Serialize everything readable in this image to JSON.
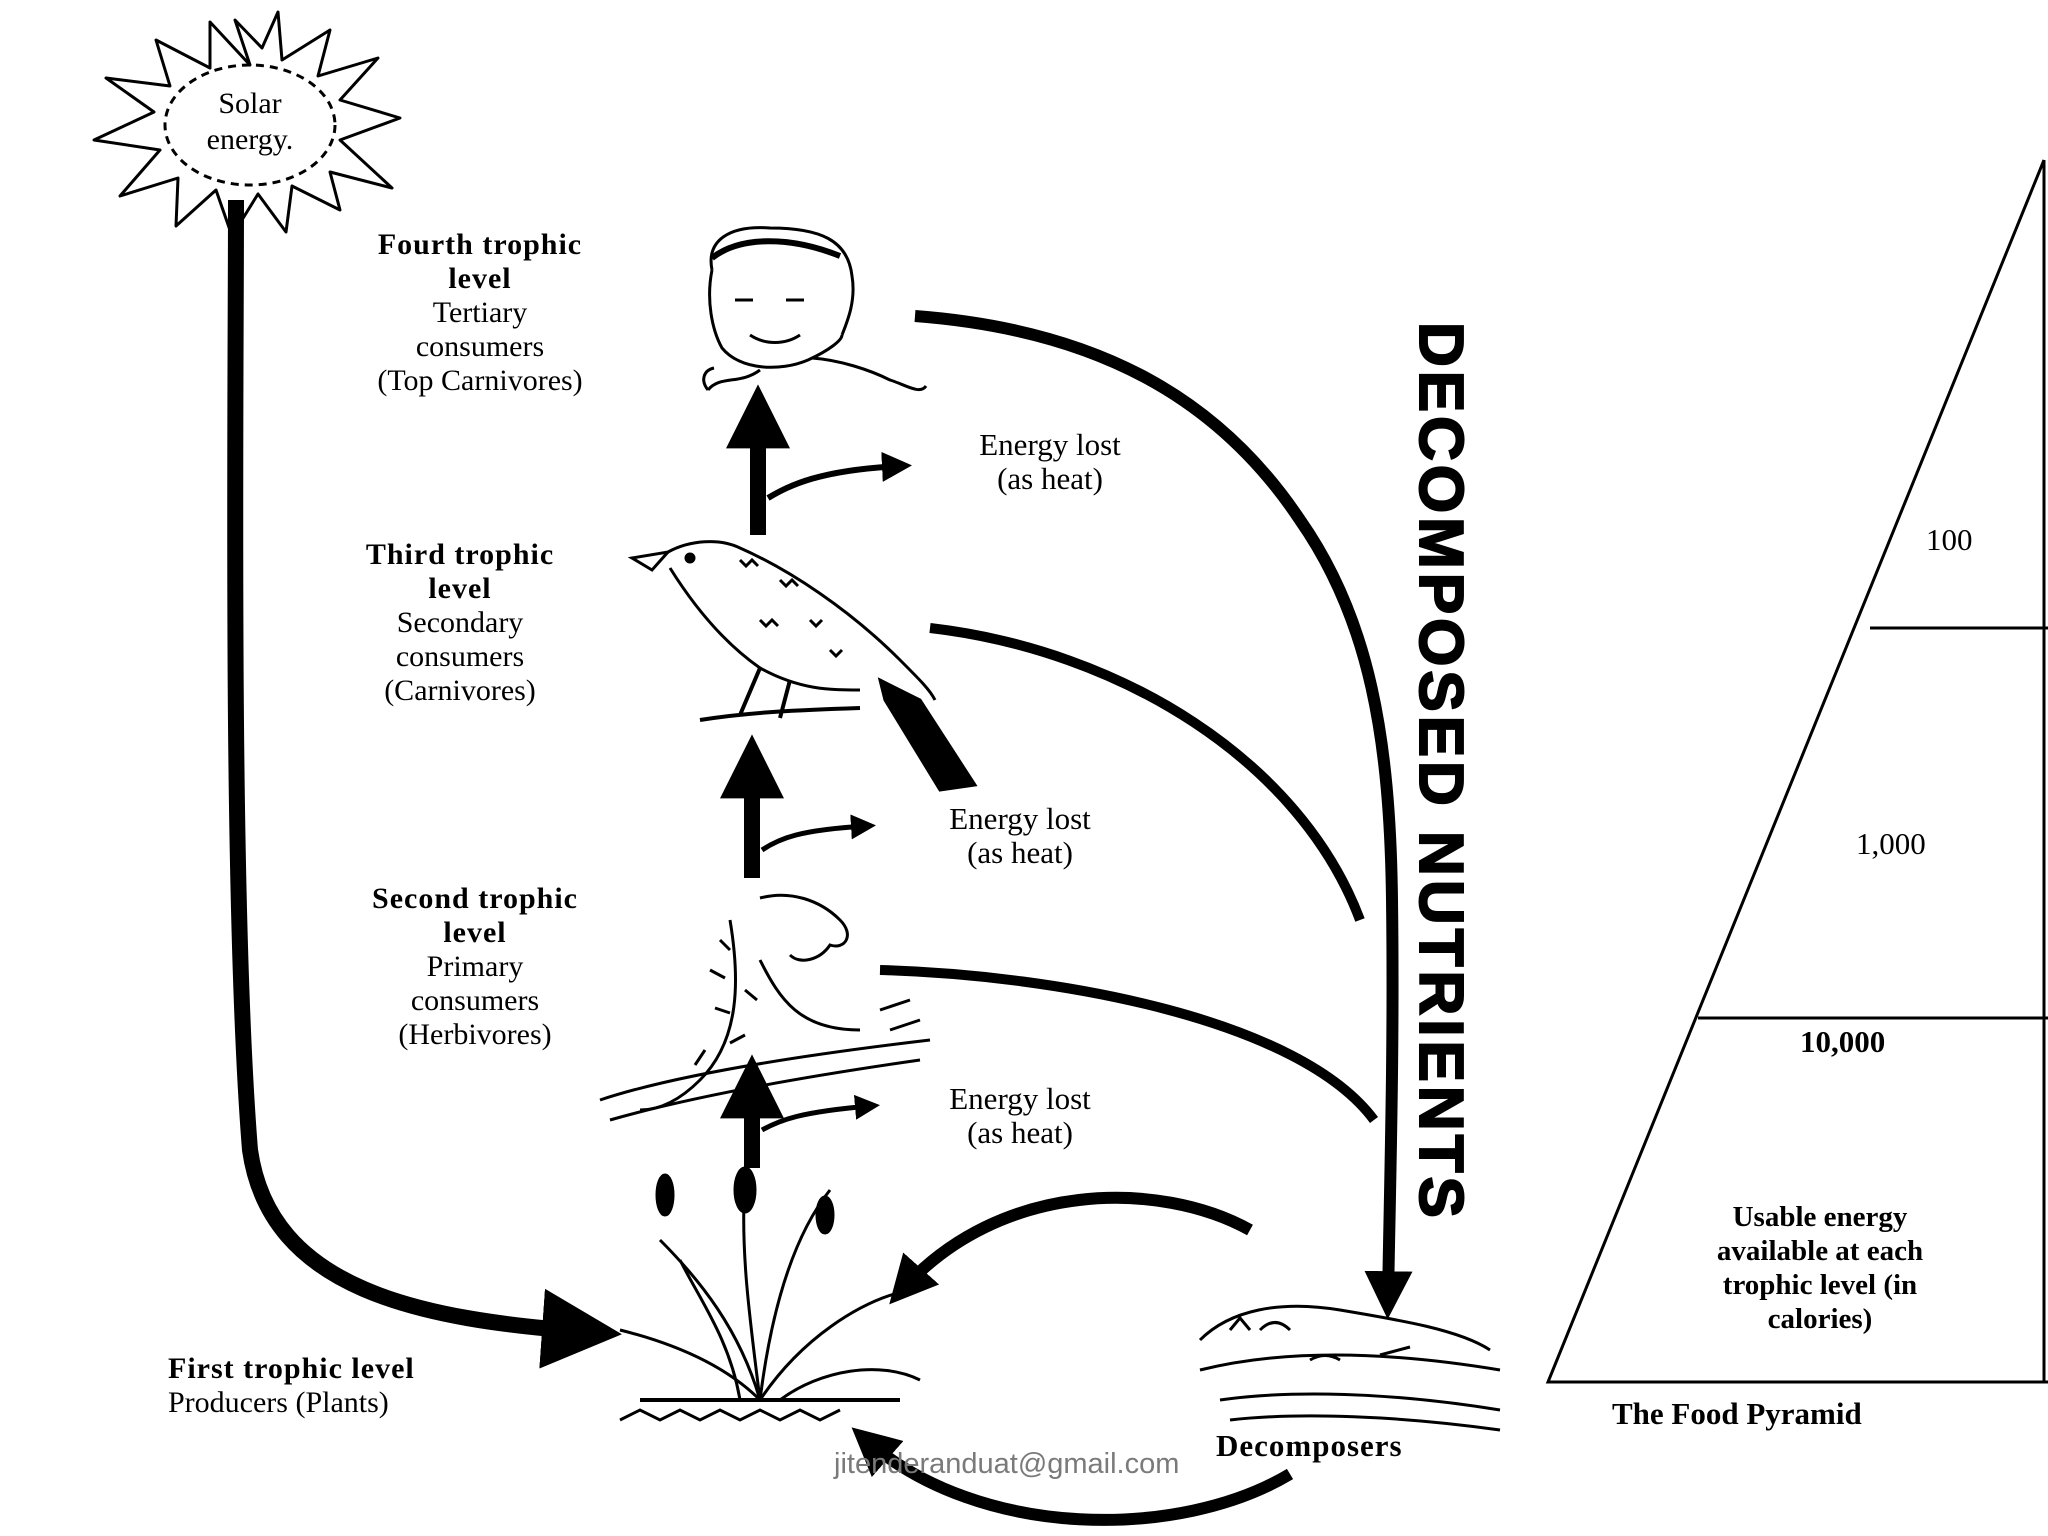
{
  "sun": {
    "line1": "Solar",
    "line2": "energy."
  },
  "levels": {
    "fourth": {
      "title1": "Fourth trophic",
      "title2": "level",
      "line1": "Tertiary",
      "line2": "consumers",
      "line3": "(Top Carnivores)"
    },
    "third": {
      "title1": "Third trophic",
      "title2": "level",
      "line1": "Secondary",
      "line2": "consumers",
      "line3": "(Carnivores)"
    },
    "second": {
      "title1": "Second trophic",
      "title2": "level",
      "line1": "Primary",
      "line2": "consumers",
      "line3": "(Herbivores)"
    },
    "first": {
      "line1": "First trophic level",
      "line2": "Producers (Plants)"
    }
  },
  "energy_lost": [
    {
      "line1": "Energy lost",
      "line2": "(as heat)"
    },
    {
      "line1": "Energy lost",
      "line2": "(as heat)"
    },
    {
      "line1": "Energy lost",
      "line2": "(as heat)"
    }
  ],
  "decomposed_nutrients": "DECOMPOSED NUTRIENTS",
  "decomposers": "Decomposers",
  "pyramid": {
    "values": [
      "100",
      "1,000",
      "10,000"
    ],
    "caption": {
      "line1": "Usable energy",
      "line2": "available at each",
      "line3": "trophic level (in",
      "line4": "calories)"
    },
    "title": "The Food Pyramid"
  },
  "watermark": "jitenderanduat@gmail.com"
}
